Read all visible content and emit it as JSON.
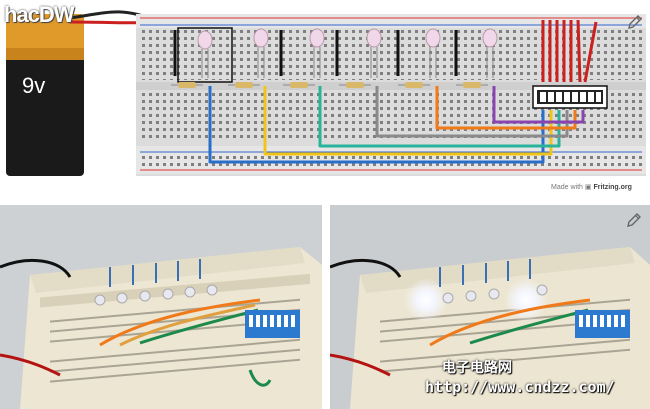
{
  "battery": {
    "label": "9v"
  },
  "credit": {
    "made_with": "Made with",
    "brand": "Fritzing.org"
  },
  "watermark_top": {
    "text": "hacDW"
  },
  "watermark_bottom": {
    "cn": "电子电路网",
    "url": "http://www.cndzz.com/"
  },
  "colors": {
    "board": "#dcdcdc",
    "wire_blue": "#2a6ecb",
    "wire_yellow": "#f0c419",
    "wire_teal": "#29b39a",
    "wire_gray": "#8a8a8a",
    "wire_orange": "#f07a1a",
    "wire_purple": "#8a44b0",
    "wire_red": "#cc1f1f"
  }
}
